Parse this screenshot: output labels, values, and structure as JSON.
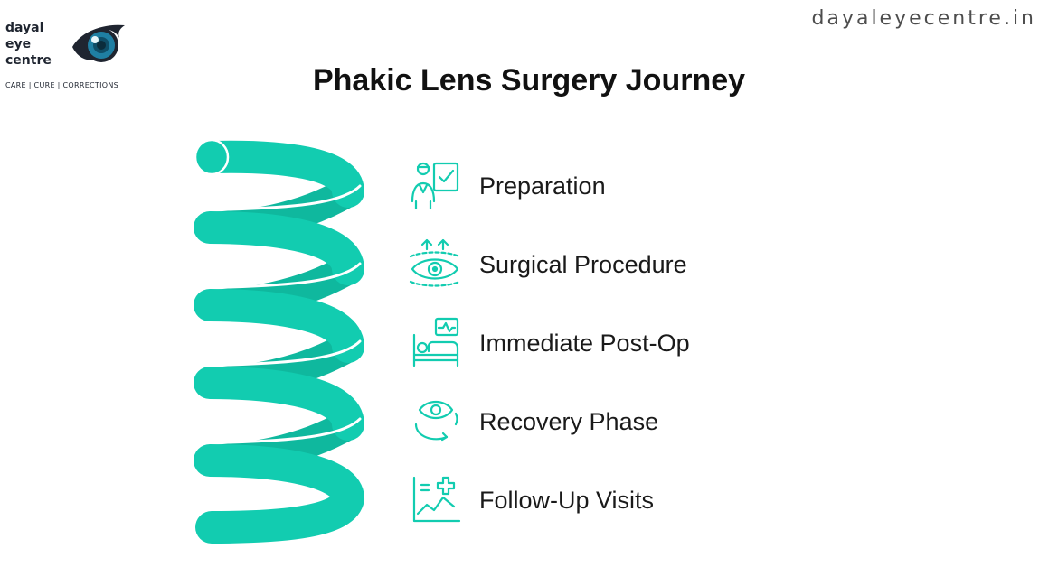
{
  "brand": {
    "line1": "dayal",
    "line2": "eye",
    "line3": "centre",
    "tagline": "CARE | CURE | CORRECTIONS",
    "website": "dayaleyecentre.in"
  },
  "title": "Phakic Lens Surgery Journey",
  "colors": {
    "accent": "#12CCB0",
    "text": "#1a1a1a",
    "logo_iris": "#1f6e8c"
  },
  "steps": [
    {
      "label": "Preparation",
      "icon": "doctor-checklist-icon"
    },
    {
      "label": "Surgical Procedure",
      "icon": "eye-scan-icon"
    },
    {
      "label": "Immediate Post-Op",
      "icon": "hospital-bed-icon"
    },
    {
      "label": "Recovery Phase",
      "icon": "eye-cycle-icon"
    },
    {
      "label": "Follow-Up Visits",
      "icon": "health-chart-icon"
    }
  ]
}
